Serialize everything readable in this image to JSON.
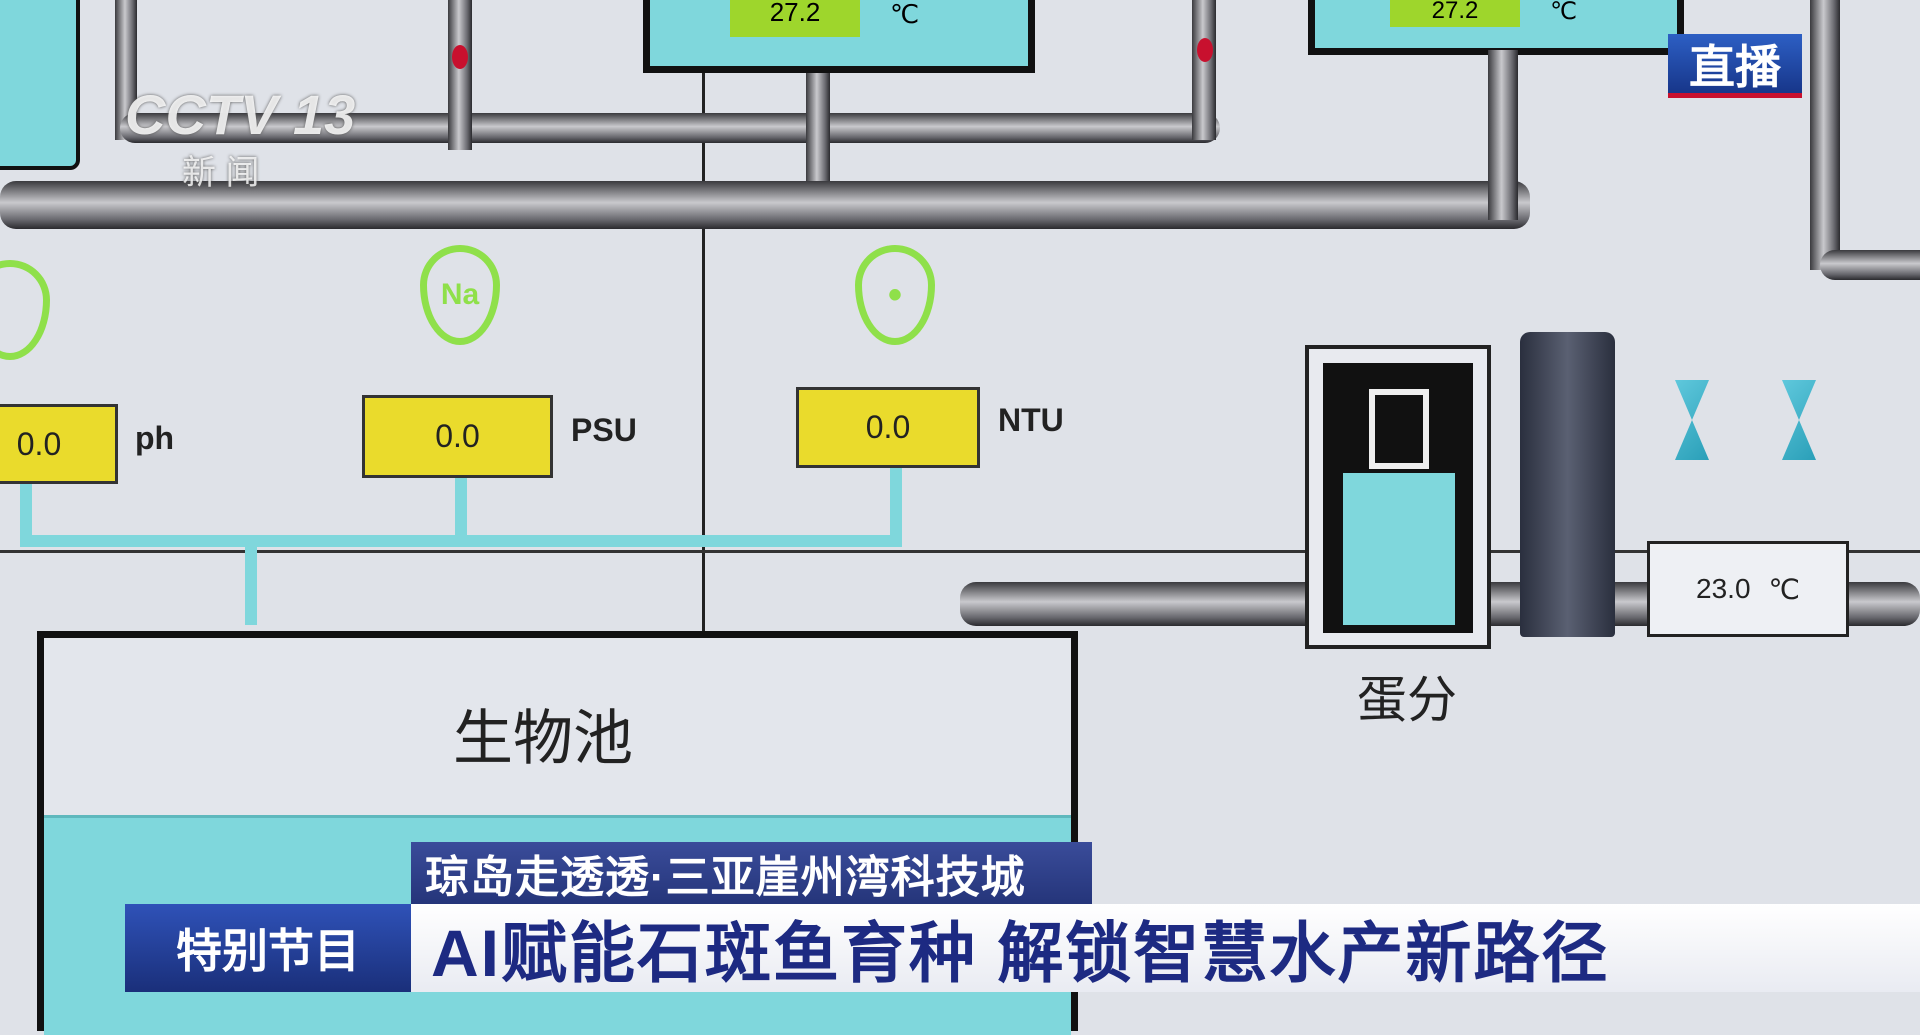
{
  "broadcast": {
    "channel_logo": "CCTV 13",
    "channel_sub": "新 闻",
    "live_badge": "直播"
  },
  "scada": {
    "top_tanks": [
      {
        "value": "27.2",
        "unit": "℃"
      },
      {
        "value": "27.2",
        "unit": "℃"
      }
    ],
    "sensors": [
      {
        "value": "0.0",
        "unit": "ph",
        "icon": "ph-drop-icon"
      },
      {
        "value": "0.0",
        "unit": "PSU",
        "icon": "Na",
        "icon_name": "sodium-drop-icon"
      },
      {
        "value": "0.0",
        "unit": "NTU",
        "icon": "turbidity-drop-icon"
      }
    ],
    "temperature": {
      "value": "23.0",
      "unit": "℃"
    },
    "biofilter_label": "生物池",
    "skimmer_label": "蛋分"
  },
  "caption": {
    "location": "琼岛走透透·三亚崖州湾科技城",
    "tag": "特别节目",
    "headline": "AI赋能石斑鱼育种 解锁智慧水产新路径"
  },
  "colors": {
    "sensor_yellow": "#eadb2c",
    "water_cyan": "#7fd7dc",
    "icon_green": "#8fe04a",
    "caption_blue": "#25357a"
  }
}
